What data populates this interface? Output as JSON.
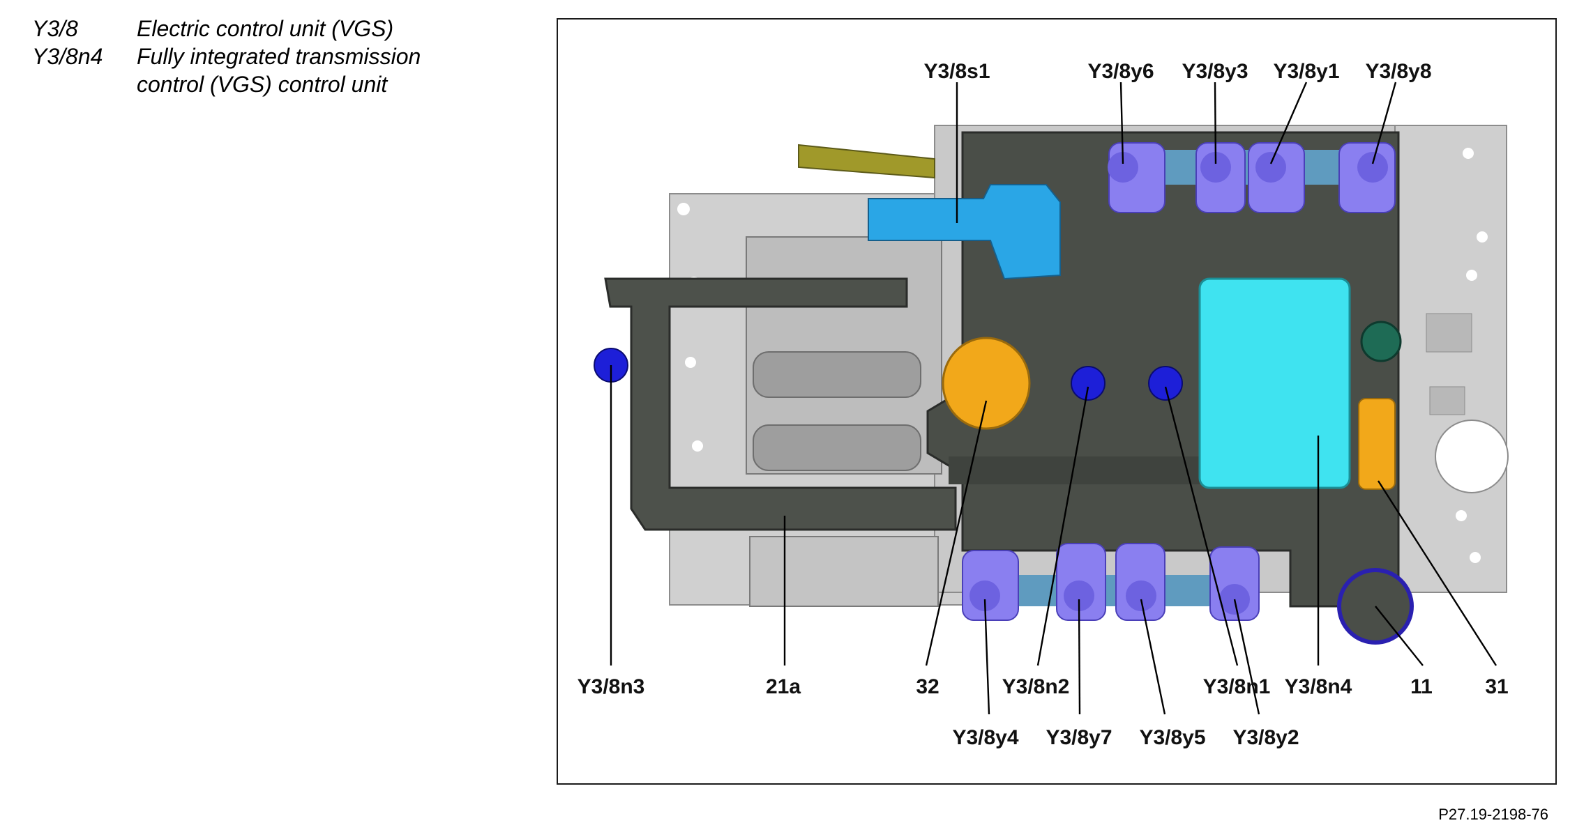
{
  "legend": [
    {
      "code": "Y3/8",
      "description": "Electric control unit (VGS)"
    },
    {
      "code": "Y3/8n4",
      "description": "Fully integrated transmission"
    },
    {
      "code": "",
      "description": "control (VGS) control unit"
    }
  ],
  "figure_ref": "P27.19-2198-76",
  "labels": {
    "y3_8s1": "Y3/8s1",
    "y3_8y6": "Y3/8y6",
    "y3_8y3": "Y3/8y3",
    "y3_8y1": "Y3/8y1",
    "y3_8y8": "Y3/8y8",
    "y3_8n3": "Y3/8n3",
    "l21a": "21a",
    "l32": "32",
    "y3_8n2": "Y3/8n2",
    "y3_8n1": "Y3/8n1",
    "y3_8n4": "Y3/8n4",
    "l11": "11",
    "l31": "31",
    "y3_8y4": "Y3/8y4",
    "y3_8y7": "Y3/8y7",
    "y3_8y5": "Y3/8y5",
    "y3_8y2": "Y3/8y2"
  },
  "colors": {
    "housing": "#4a4e48",
    "plate": "#c8c8c8",
    "solenoid": "#8a7ff0",
    "sensor_blue": "#1d1fd8",
    "control_unit": "#3fe3f0",
    "sensor_s1": "#2aa6e6",
    "orange": "#f2a81a"
  }
}
